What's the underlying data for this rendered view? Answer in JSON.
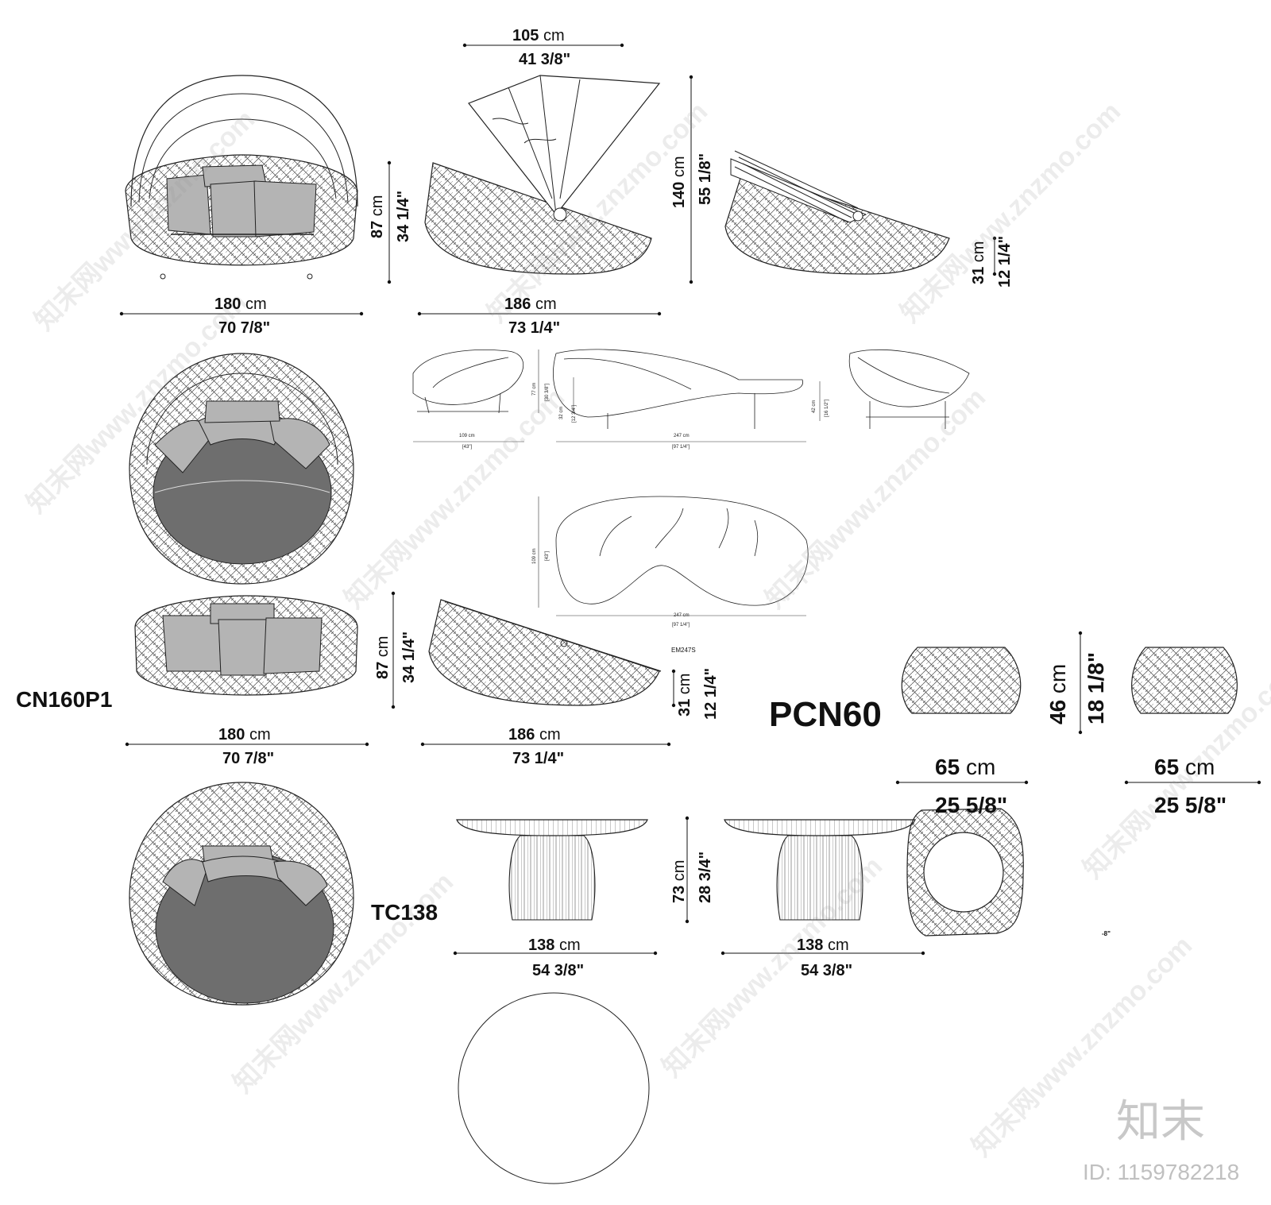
{
  "codes": {
    "daybed": "CN160P1",
    "pouf": "PCN60",
    "table": "TC138",
    "chaise_ref": "EM247S"
  },
  "daybed_top": {
    "canopy_width": {
      "cm": "105",
      "unit": "cm",
      "inch": "41 3/8\""
    },
    "front_width": {
      "cm": "180",
      "unit": "cm",
      "inch": "70 7/8\""
    },
    "front_height": {
      "cm": "87",
      "unit": "cm",
      "inch": "34 1/4\""
    },
    "side_length": {
      "cm": "186",
      "unit": "cm",
      "inch": "73 1/4\""
    },
    "total_height": {
      "cm": "140",
      "unit": "cm",
      "inch": "55 1/8\""
    },
    "seat_height": {
      "cm": "31",
      "unit": "cm",
      "inch": "12 1/4\""
    }
  },
  "chaise": {
    "depth": {
      "cm": "109 cm",
      "inch": "[43\"]"
    },
    "height": {
      "cm": "77 cm",
      "inch": "[30 3/8\"]"
    },
    "seat": {
      "cm": "32 cm",
      "inch": "[12 3/4\"]"
    },
    "length": {
      "cm": "247 cm",
      "inch": "[97 1/4\"]"
    },
    "arm": {
      "cm": "42 cm",
      "inch": "[16 1/2\"]"
    },
    "plan_depth": {
      "cm": "109 cm",
      "inch": "[43\"]"
    },
    "plan_length": {
      "cm": "247 cm",
      "inch": "[97 1/4\"]"
    }
  },
  "daybed_bottom": {
    "front_width": {
      "cm": "180",
      "unit": "cm",
      "inch": "70 7/8\""
    },
    "front_height": {
      "cm": "87",
      "unit": "cm",
      "inch": "34 1/4\""
    },
    "side_length": {
      "cm": "186",
      "unit": "cm",
      "inch": "73 1/4\""
    },
    "seat_height": {
      "cm": "31",
      "unit": "cm",
      "inch": "12 1/4\""
    }
  },
  "pouf": {
    "height": {
      "cm": "46",
      "unit": "cm",
      "inch": "18 1/8\""
    },
    "width_a": {
      "cm": "65",
      "unit": "cm",
      "inch": "25 5/8\""
    },
    "width_b": {
      "cm": "65",
      "unit": "cm",
      "inch": "25 5/8\""
    }
  },
  "table": {
    "height": {
      "cm": "73",
      "unit": "cm",
      "inch": "28 3/4\""
    },
    "width_a": {
      "cm": "138",
      "unit": "cm",
      "inch": "54 3/8\""
    },
    "width_b": {
      "cm": "138",
      "unit": "cm",
      "inch": "54 3/8\""
    }
  },
  "stray_mark": "-8\"",
  "watermark": {
    "text": "知末网www.znzmo.com",
    "logo": "知末",
    "id": "ID: 1159782218"
  },
  "colors": {
    "line": "#222222",
    "cushion": "#b4b4b4",
    "seat": "#6e6e6e"
  }
}
